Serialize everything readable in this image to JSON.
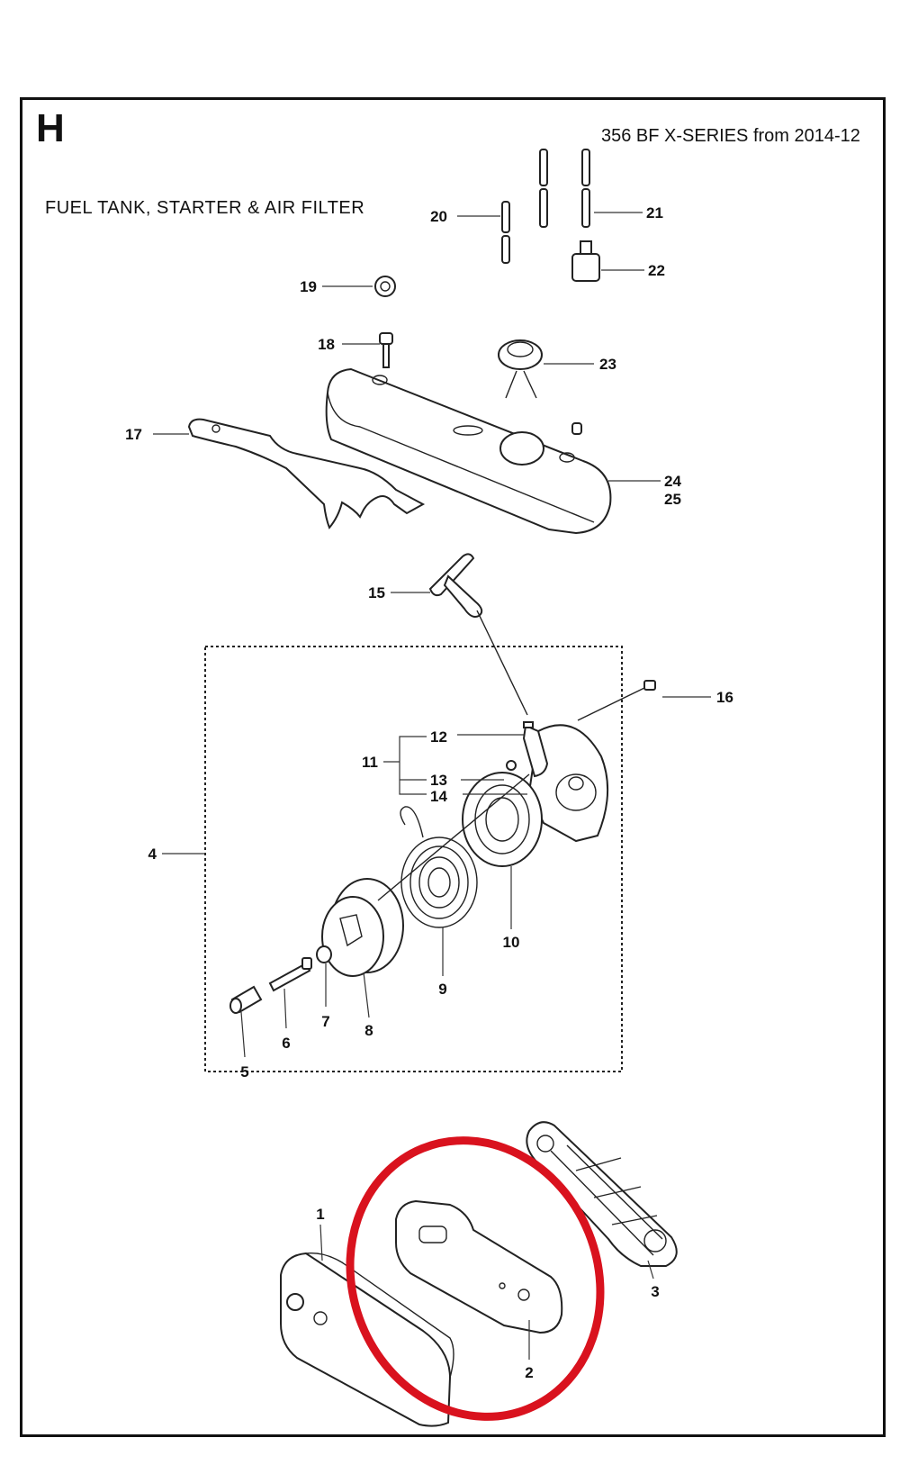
{
  "header": {
    "section_letter": "H",
    "model": "356 BF X-SERIES from 2014-12",
    "title": "FUEL TANK, STARTER & AIR FILTER"
  },
  "callouts": [
    "1",
    "2",
    "3",
    "4",
    "5",
    "6",
    "7",
    "8",
    "9",
    "10",
    "11",
    "12",
    "13",
    "14",
    "15",
    "16",
    "17",
    "18",
    "19",
    "20",
    "21",
    "22",
    "23",
    "24",
    "25"
  ],
  "highlight": {
    "color": "#d9121e",
    "part": "2"
  },
  "colors": {
    "ink": "#222222",
    "background": "#ffffff"
  }
}
